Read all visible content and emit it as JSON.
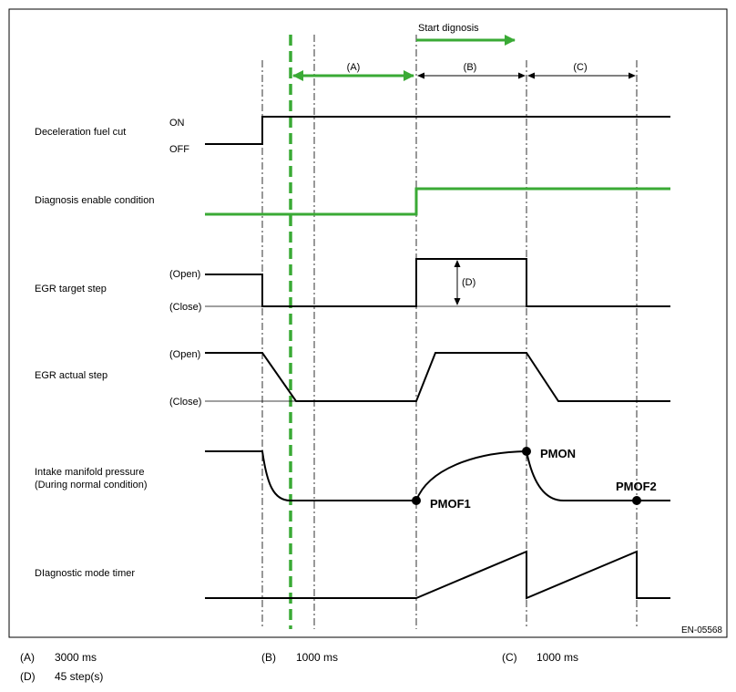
{
  "signals": {
    "decel_fuel_cut": {
      "label": "Deceleration fuel cut",
      "on": "ON",
      "off": "OFF"
    },
    "diag_enable": {
      "label": "Diagnosis enable condition"
    },
    "egr_target": {
      "label": "EGR target step",
      "open": "(Open)",
      "close": "(Close)",
      "step_marker": "(D)"
    },
    "egr_actual": {
      "label": "EGR actual step",
      "open": "(Open)",
      "close": "(Close)"
    },
    "intake_pressure": {
      "label_line1": "Intake manifold pressure",
      "label_line2": "(During normal condition)",
      "points": [
        "PMOF1",
        "PMON",
        "PMOF2"
      ]
    },
    "diag_timer": {
      "label": "DIagnostic mode timer"
    }
  },
  "intervals": {
    "a": "(A)",
    "b": "(B)",
    "c": "(C)"
  },
  "start_diagnosis": "Start dignosis",
  "figure_code": "EN-05568",
  "legend": [
    {
      "key": "(A)",
      "value": "3000 ms"
    },
    {
      "key": "(B)",
      "value": "1000 ms"
    },
    {
      "key": "(C)",
      "value": "1000 ms"
    },
    {
      "key": "(D)",
      "value": "45 step(s)"
    }
  ],
  "colors": {
    "highlight": "#3aaa35",
    "line": "#000000"
  }
}
